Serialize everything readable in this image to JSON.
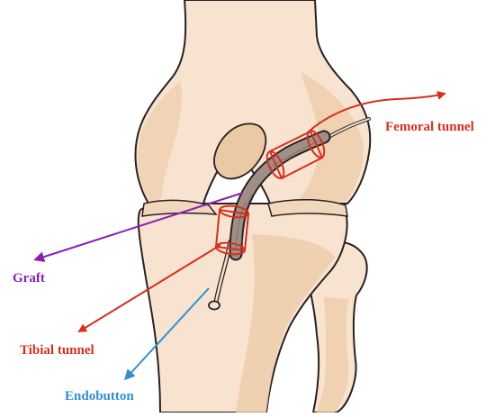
{
  "labels": {
    "femoral_tunnel": "Femoral tunnel",
    "graft": "Graft",
    "tibial_tunnel": "Tibial tunnel",
    "endobutton": "Endobutton"
  },
  "colors": {
    "femoral_tunnel": "#d62f1e",
    "graft": "#8b1fb3",
    "tibial_tunnel": "#d62f1e",
    "endobutton": "#2f8fd0",
    "bone_fill": "#f7e3d0",
    "bone_shadow": "#ecc9a5",
    "outline": "#2a2020",
    "graft_fill": "#a08f86"
  }
}
